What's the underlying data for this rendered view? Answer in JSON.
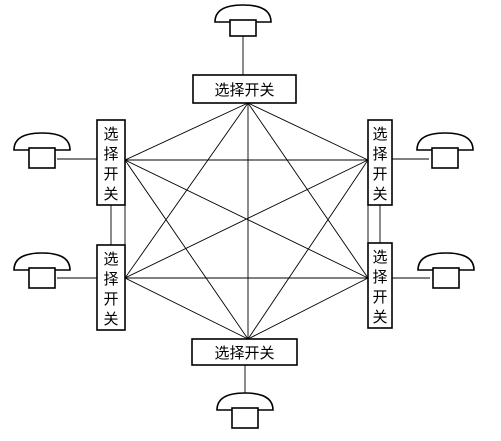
{
  "switch_label": "选择开关",
  "switch_label_chars": [
    "选",
    "择",
    "开",
    "关"
  ],
  "switches": [
    {
      "id": "top",
      "orientation": "horizontal"
    },
    {
      "id": "upper-right",
      "orientation": "vertical"
    },
    {
      "id": "lower-right",
      "orientation": "vertical"
    },
    {
      "id": "bottom",
      "orientation": "horizontal"
    },
    {
      "id": "lower-left",
      "orientation": "vertical"
    },
    {
      "id": "upper-left",
      "orientation": "vertical"
    }
  ],
  "telephones": [
    {
      "id": "top",
      "icon": "telephone-icon"
    },
    {
      "id": "upper-right",
      "icon": "telephone-icon"
    },
    {
      "id": "lower-right",
      "icon": "telephone-icon"
    },
    {
      "id": "bottom",
      "icon": "telephone-icon"
    },
    {
      "id": "lower-left",
      "icon": "telephone-icon"
    },
    {
      "id": "upper-left",
      "icon": "telephone-icon"
    }
  ],
  "topology": "full-mesh",
  "adjacent_links": [
    [
      "top",
      "upper-right"
    ],
    [
      "upper-right",
      "lower-right"
    ],
    [
      "lower-right",
      "bottom"
    ],
    [
      "bottom",
      "lower-left"
    ],
    [
      "lower-left",
      "upper-left"
    ],
    [
      "upper-left",
      "top"
    ]
  ],
  "mesh_links": [
    [
      "top",
      "upper-right"
    ],
    [
      "top",
      "lower-right"
    ],
    [
      "top",
      "bottom"
    ],
    [
      "top",
      "lower-left"
    ],
    [
      "top",
      "upper-left"
    ],
    [
      "upper-right",
      "lower-right"
    ],
    [
      "upper-right",
      "bottom"
    ],
    [
      "upper-right",
      "lower-left"
    ],
    [
      "upper-right",
      "upper-left"
    ],
    [
      "lower-right",
      "bottom"
    ],
    [
      "lower-right",
      "lower-left"
    ],
    [
      "lower-right",
      "upper-left"
    ],
    [
      "bottom",
      "lower-left"
    ],
    [
      "bottom",
      "upper-left"
    ],
    [
      "lower-left",
      "upper-left"
    ]
  ]
}
